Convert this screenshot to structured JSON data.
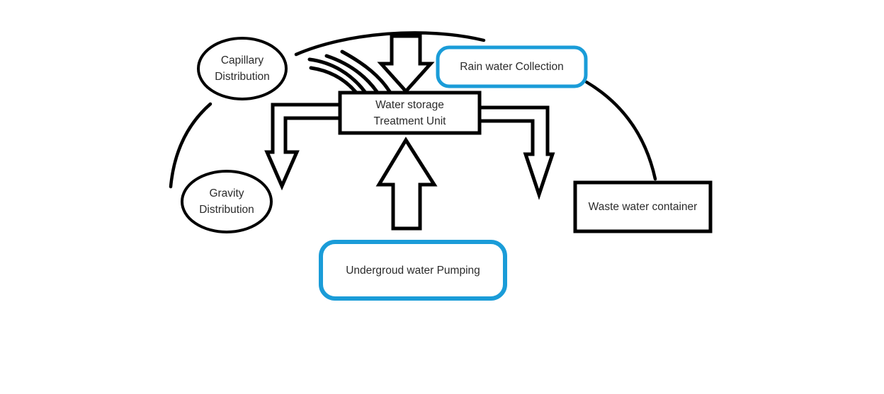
{
  "diagram": {
    "background": "#ffffff",
    "colors": {
      "accent_blue": "#1A9CD8",
      "line_black": "#000000",
      "text": "#2b2b2b"
    },
    "nodes": {
      "capillary": {
        "shape": "ellipse",
        "lines": [
          "Capillary",
          "Distribution"
        ]
      },
      "gravity": {
        "shape": "ellipse",
        "lines": [
          "Gravity",
          "Distribution"
        ]
      },
      "storage": {
        "shape": "rectangle",
        "lines": [
          "Water storage",
          "Treatment Unit"
        ]
      },
      "rain": {
        "shape": "rounded-rectangle",
        "label": "Rain water Collection"
      },
      "waste": {
        "shape": "rectangle",
        "label": "Waste water container"
      },
      "underground": {
        "shape": "rounded-rectangle",
        "label": "Undergroud water Pumping"
      }
    },
    "arrows": [
      {
        "name": "down-block-arrow",
        "style": "outlined-block-arrow",
        "direction": "down",
        "to": "storage"
      },
      {
        "name": "up-block-arrow",
        "style": "outlined-block-arrow",
        "direction": "up",
        "from": "underground",
        "to": "storage"
      },
      {
        "name": "left-elbow-arrow",
        "style": "outlined-elbow-arrow",
        "from": "storage",
        "to": "gravity"
      },
      {
        "name": "right-elbow-arrow",
        "style": "outlined-elbow-arrow",
        "from": "storage",
        "to": "waste"
      }
    ],
    "curves": [
      {
        "name": "top-arc",
        "from": "capillary-area",
        "to": "rain"
      },
      {
        "name": "capillary-stream-lines",
        "count": 4,
        "to": "storage"
      },
      {
        "name": "capillary-to-gravity-arc"
      },
      {
        "name": "rain-to-waste-arc"
      }
    ]
  }
}
